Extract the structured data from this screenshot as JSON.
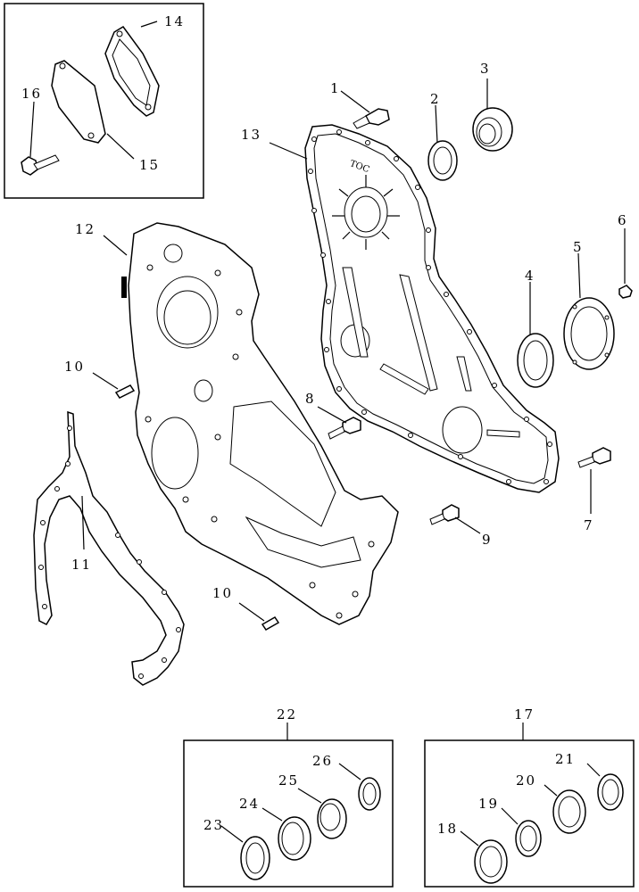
{
  "callouts": {
    "c1": "1",
    "c2": "2",
    "c3": "3",
    "c4": "4",
    "c5": "5",
    "c6": "6",
    "c7": "7",
    "c8": "8",
    "c9": "9",
    "c10a": "10",
    "c10b": "10",
    "c11": "11",
    "c12": "12",
    "c13": "13",
    "c14": "14",
    "c15": "15",
    "c16": "16",
    "c17": "17",
    "c18": "18",
    "c19": "19",
    "c20": "20",
    "c21": "21",
    "c22": "22",
    "c23": "23",
    "c24": "24",
    "c25": "25",
    "c26": "26"
  },
  "gasket_marking": "TOC"
}
